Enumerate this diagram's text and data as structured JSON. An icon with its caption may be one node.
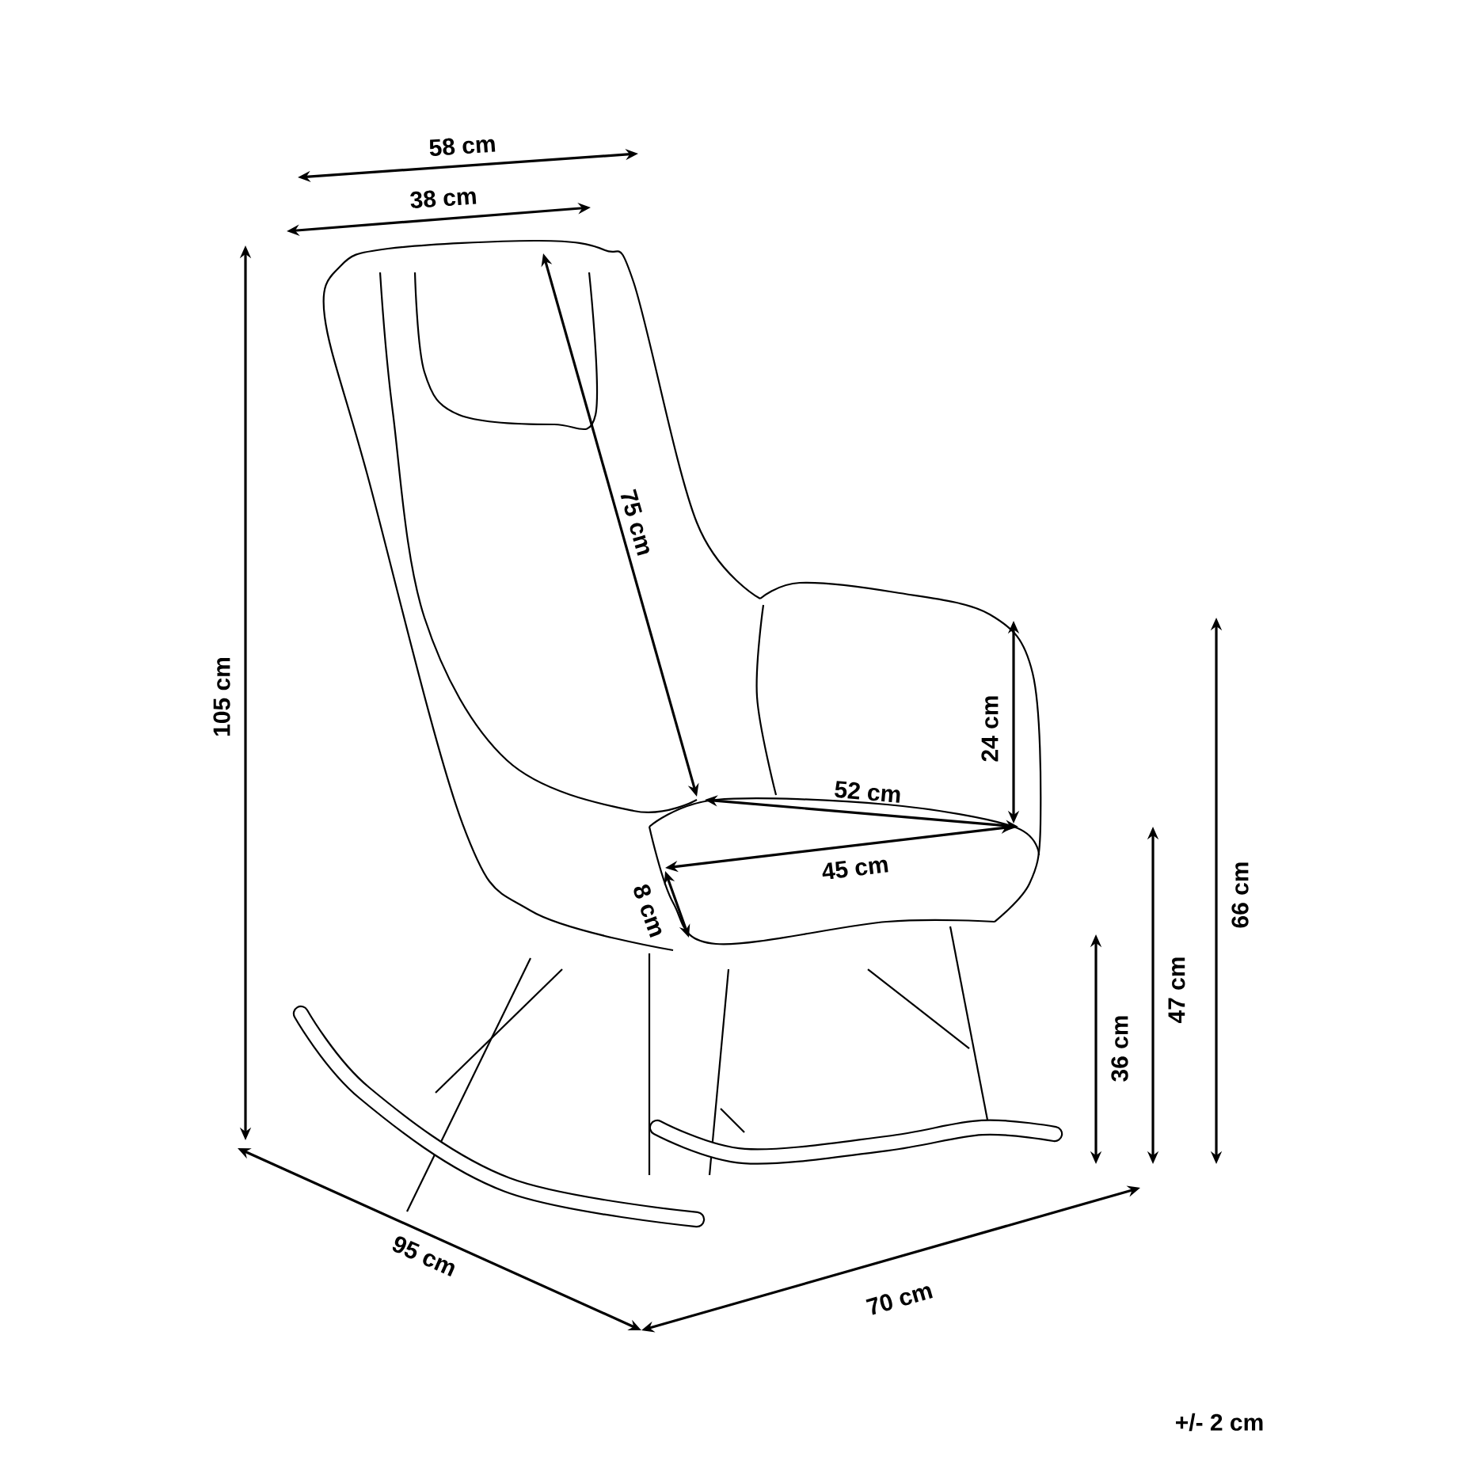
{
  "diagram": {
    "labels": [
      "58 cm",
      "38 cm",
      "105 cm",
      "75 cm",
      "24 cm",
      "52 cm",
      "45 cm",
      "8 cm",
      "66 cm",
      "47 cm",
      "36 cm",
      "95 cm",
      "70 cm",
      "+/- 2 cm"
    ]
  }
}
